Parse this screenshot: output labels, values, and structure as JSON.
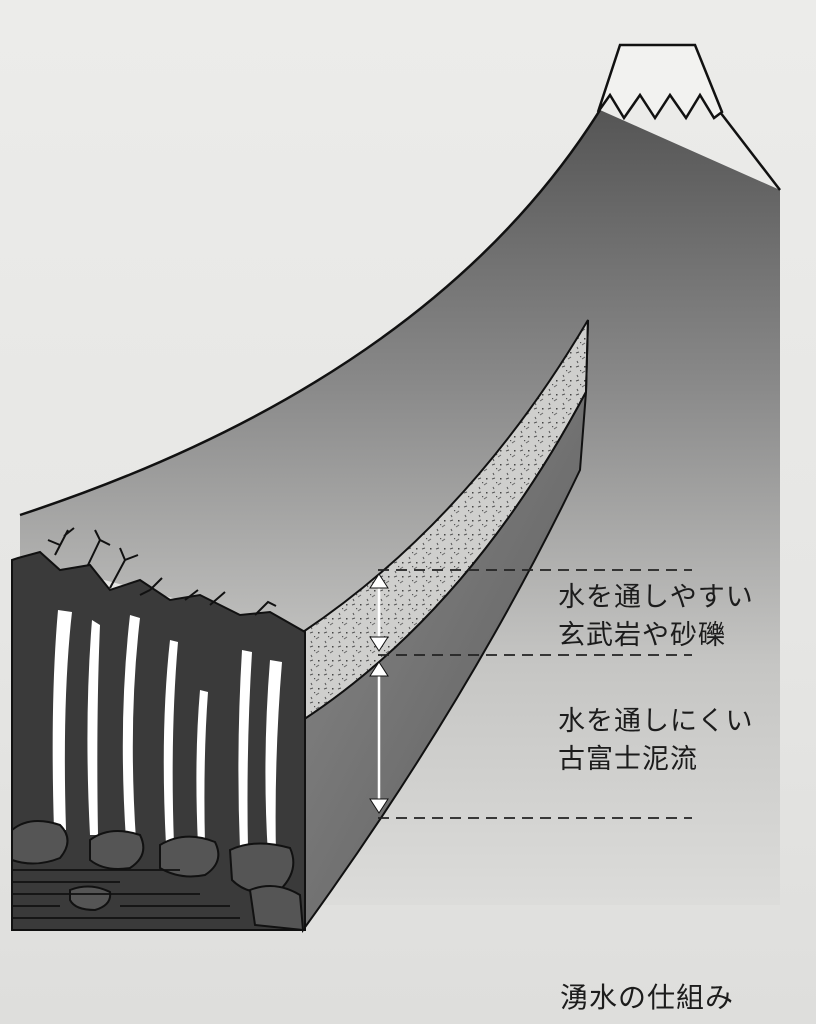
{
  "labels": {
    "permeable_line1": "水を通しやすい",
    "permeable_line2": "玄武岩や砂礫",
    "impermeable_line1": "水を通しにくい",
    "impermeable_line2": "古富士泥流",
    "caption": "湧水の仕組み"
  },
  "colors": {
    "paper": "#e9e9e7",
    "mountain_top": "#5e5e5e",
    "mountain_bottom": "#d9d9d7",
    "permeable_layer": "#c9c9c7",
    "impermeable_layer": "#6c6c6c",
    "cliff": "#3a3a3a",
    "waterfall": "#ffffff",
    "outline": "#111111"
  },
  "icons": {
    "snow_cap": "snow-cap-icon",
    "waterfall": "waterfall-icon",
    "arrow": "double-arrow-icon"
  }
}
